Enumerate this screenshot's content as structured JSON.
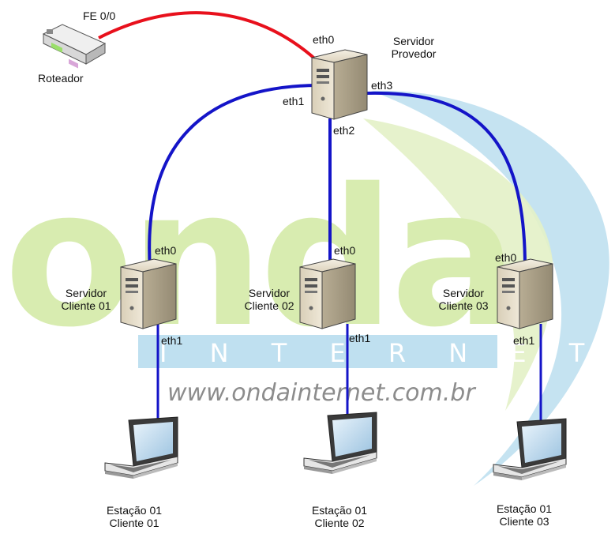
{
  "watermark": {
    "logo_word": "onda",
    "logo_sub": "I N T E R N E T",
    "url": "www.ondainternet.com.br",
    "colors": {
      "green": "#d8ecb0",
      "blue": "#bfe0f0",
      "url_gray": "#8c8c8c"
    }
  },
  "colors": {
    "wan_link": "#e8101c",
    "lan_link": "#1414c8"
  },
  "router": {
    "label": "Roteador",
    "port": "FE 0/0",
    "icon": "router-icon"
  },
  "provider": {
    "label_line1": "Servidor",
    "label_line2": "Provedor",
    "ports": {
      "eth0": "eth0",
      "eth1": "eth1",
      "eth2": "eth2",
      "eth3": "eth3"
    },
    "icon": "server-tower-icon"
  },
  "clients": [
    {
      "line1": "Servidor",
      "line2": "Cliente 01",
      "port_up": "eth0",
      "port_down": "eth1",
      "station_line1": "Estação 01",
      "station_line2": "Cliente  01"
    },
    {
      "line1": "Servidor",
      "line2": "Cliente 02",
      "port_up": "eth0",
      "port_down": "eth1",
      "station_line1": "Estação 01",
      "station_line2": "Cliente  02"
    },
    {
      "line1": "Servidor",
      "line2": "Cliente 03",
      "port_up": "eth0",
      "port_down": "eth1",
      "station_line1": "Estação 01",
      "station_line2": "Cliente  03"
    }
  ]
}
